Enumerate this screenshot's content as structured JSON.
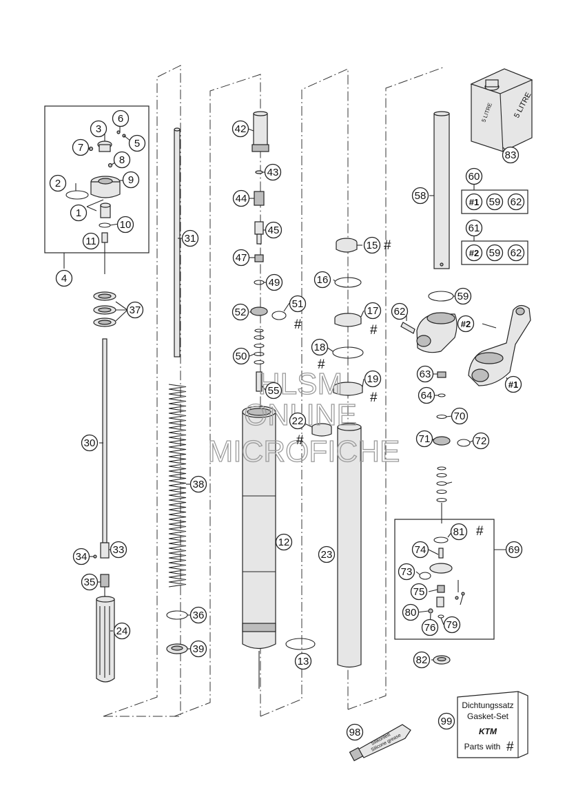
{
  "diagram": {
    "callouts": [
      "1",
      "2",
      "3",
      "4",
      "5",
      "6",
      "7",
      "8",
      "9",
      "10",
      "11",
      "12",
      "13",
      "15",
      "16",
      "17",
      "18",
      "19",
      "22",
      "23",
      "24",
      "30",
      "31",
      "33",
      "34",
      "35",
      "36",
      "37",
      "38",
      "39",
      "42",
      "43",
      "44",
      "45",
      "47",
      "49",
      "50",
      "51",
      "52",
      "55",
      "58",
      "59",
      "60",
      "61",
      "62",
      "63",
      "64",
      "69",
      "70",
      "71",
      "72",
      "73",
      "74",
      "75",
      "76",
      "79",
      "80",
      "81",
      "82",
      "83",
      "98",
      "99"
    ],
    "kit_labels": {
      "kit1": "#1",
      "kit2": "#2",
      "p59": "59",
      "p62": "62"
    },
    "hash_symbol": "#",
    "can_label": "5 LITRE",
    "can_side_label": "5 LITRE",
    "tube_label_line1": "Silikonfett",
    "tube_label_line2": "Silicone grease",
    "gasket_box": {
      "line1": "Dichtungssatz",
      "line2": "Gasket-Set",
      "brand": "KTM",
      "line3": "Parts with",
      "hash": "#"
    },
    "watermark": {
      "line1": "HLSM",
      "line2": "ONLINE",
      "line3": "MICROFICHE"
    }
  }
}
